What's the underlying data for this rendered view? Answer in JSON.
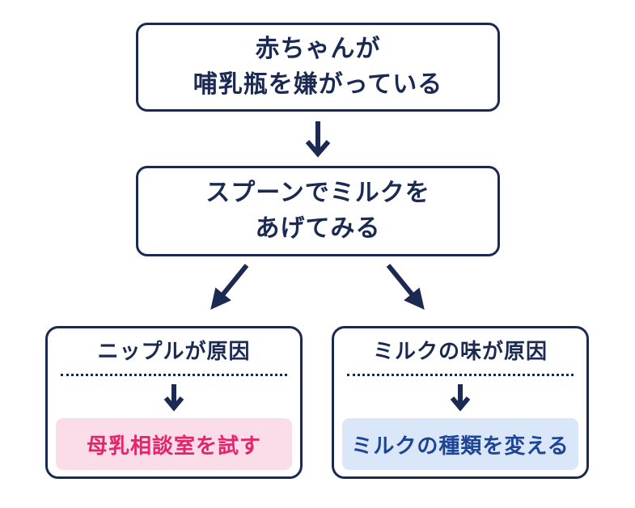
{
  "diagram": {
    "type": "flowchart",
    "language": "ja",
    "nodes": {
      "start": {
        "line1": "赤ちゃんが",
        "line2": "哺乳瓶を嫌がっている"
      },
      "step": {
        "line1": "スプーンでミルクを",
        "line2": "あげてみる"
      }
    },
    "branches": [
      {
        "cause": "ニップルが原因",
        "action": "母乳相談室を試す",
        "accent_text_color": "#e4256c",
        "accent_bg_color": "#fbdde9"
      },
      {
        "cause": "ミルクの味が原因",
        "action": "ミルクの種類を変える",
        "accent_text_color": "#1e4496",
        "accent_bg_color": "#d9e7f8"
      }
    ],
    "colors": {
      "outline_navy": "#1b2a52",
      "background": "#ffffff"
    }
  }
}
